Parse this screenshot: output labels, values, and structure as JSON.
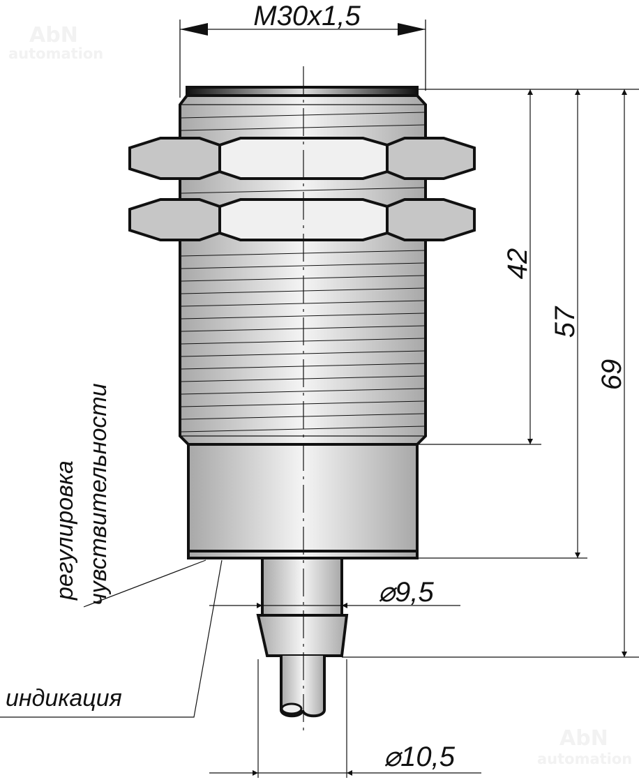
{
  "drawing": {
    "thread_label": "M30x1,5",
    "dim_42": "42",
    "dim_57": "57",
    "dim_69": "69",
    "dia_cable_housing": "⌀9,5",
    "dia_cable_gland": "⌀10,5",
    "label_sensitivity": [
      "регулировка",
      "чувствительности"
    ],
    "label_indication": "индикация"
  },
  "watermark": {
    "line1": "AbN",
    "line2": "automation"
  },
  "colors": {
    "line": "#111111",
    "metal_light": "#f2f2f2",
    "metal_dark": "#a8a8a8",
    "nut": "#c6c6c6"
  }
}
